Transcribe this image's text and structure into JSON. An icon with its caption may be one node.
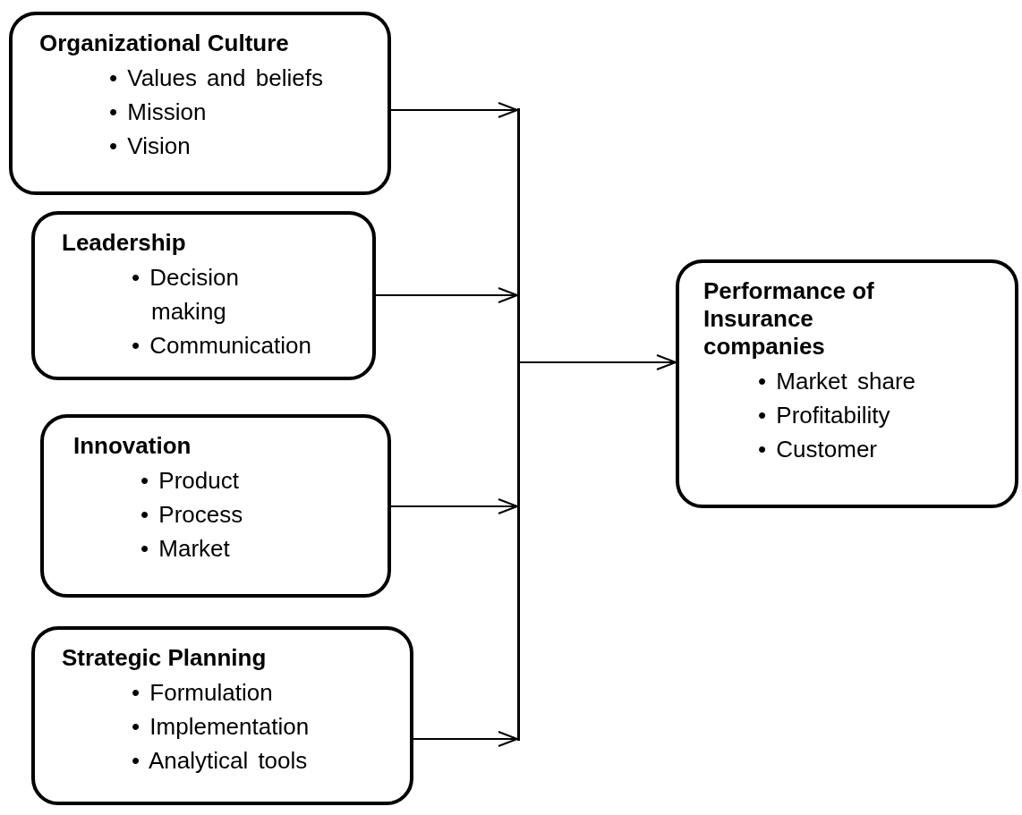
{
  "diagram": {
    "nodes": [
      {
        "text": [
          "Organizational Culture",
          "• Values and beliefs",
          "• Mission",
          "• Vision"
        ]
      },
      {
        "text": [
          "Leadership",
          "• Decision making",
          "• Communication"
        ]
      },
      {
        "text": [
          "Innovation",
          "• Product",
          "• Process",
          "• Market"
        ]
      },
      {
        "text": [
          "Strategic Planning",
          "• Formulation",
          "• Implementation",
          "• Analytical tools"
        ]
      },
      {
        "text": [],
        "shape": "bar"
      },
      {
        "text": [
          "Performance of Insurance companies",
          "• Market share",
          "• Profitability",
          "• Customer"
        ]
      }
    ],
    "edges": [
      {
        "from": 0,
        "to": 4,
        "arrow": "to"
      },
      {
        "from": 1,
        "to": 4,
        "arrow": "to"
      },
      {
        "from": 2,
        "to": 4,
        "arrow": "to"
      },
      {
        "from": 3,
        "to": 4,
        "arrow": "to"
      },
      {
        "from": 4,
        "to": 5,
        "arrow": "to"
      }
    ]
  }
}
